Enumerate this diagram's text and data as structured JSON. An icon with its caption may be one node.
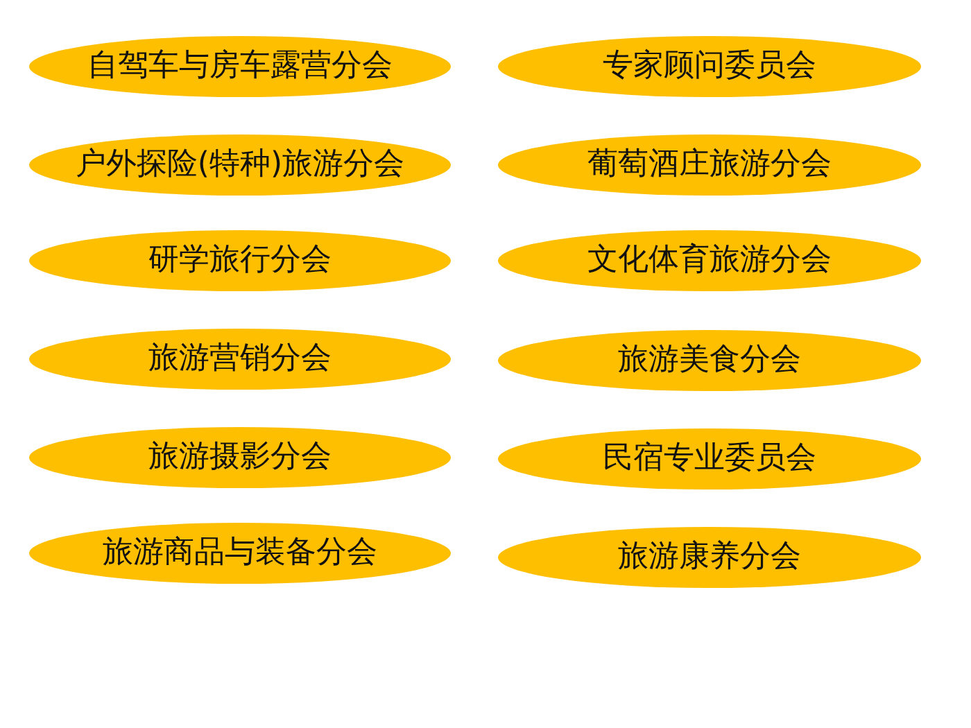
{
  "diagram": {
    "nodes": [
      {
        "text": [
          "自驾车与房车露营分会"
        ]
      },
      {
        "text": [
          "专家顾问委员会"
        ]
      },
      {
        "text": [
          "户外探险(特种)旅游分会"
        ]
      },
      {
        "text": [
          "葡萄酒庄旅游分会"
        ]
      },
      {
        "text": [
          "研学旅行分会"
        ]
      },
      {
        "text": [
          "文化体育旅游分会"
        ]
      },
      {
        "text": [
          "旅游营销分会"
        ]
      },
      {
        "text": [
          "旅游美食分会"
        ]
      },
      {
        "text": [
          "旅游摄影分会"
        ]
      },
      {
        "text": [
          "民宿专业委员会"
        ]
      },
      {
        "text": [
          "旅游商品与装备分会"
        ]
      },
      {
        "text": [
          "旅游康养分会"
        ]
      }
    ]
  }
}
